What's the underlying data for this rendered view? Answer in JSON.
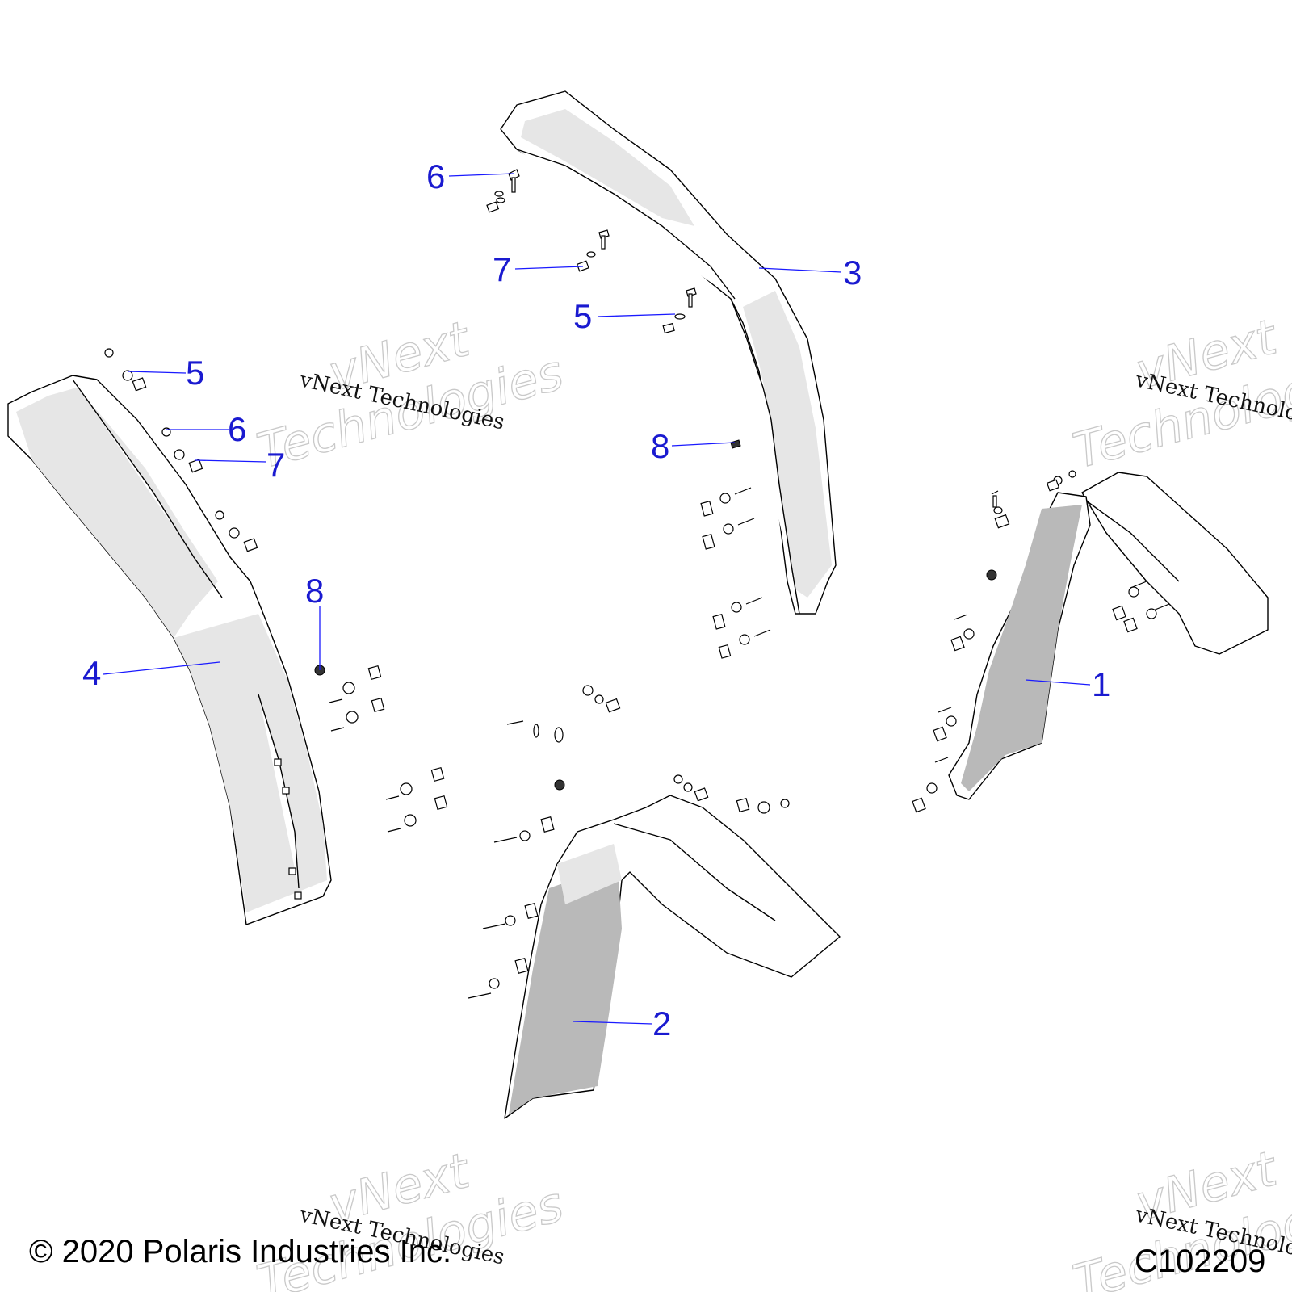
{
  "diagram": {
    "callouts": [
      {
        "id": "c1",
        "label": "1"
      },
      {
        "id": "c2",
        "label": "2"
      },
      {
        "id": "c3",
        "label": "3"
      },
      {
        "id": "c4",
        "label": "4"
      },
      {
        "id": "c5a",
        "label": "5"
      },
      {
        "id": "c5b",
        "label": "5"
      },
      {
        "id": "c6a",
        "label": "6"
      },
      {
        "id": "c6b",
        "label": "6"
      },
      {
        "id": "c7a",
        "label": "7"
      },
      {
        "id": "c7b",
        "label": "7"
      },
      {
        "id": "c8a",
        "label": "8"
      },
      {
        "id": "c8b",
        "label": "8"
      }
    ],
    "leader_color": "#1a1aff",
    "callout_color": "#1a1ad0"
  },
  "watermark": {
    "big_line1": "vNext",
    "big_line2": "Technologies",
    "small": "vNext Technologies"
  },
  "footer": {
    "copyright": "© 2020 Polaris Industries Inc.",
    "code": "C102209"
  }
}
